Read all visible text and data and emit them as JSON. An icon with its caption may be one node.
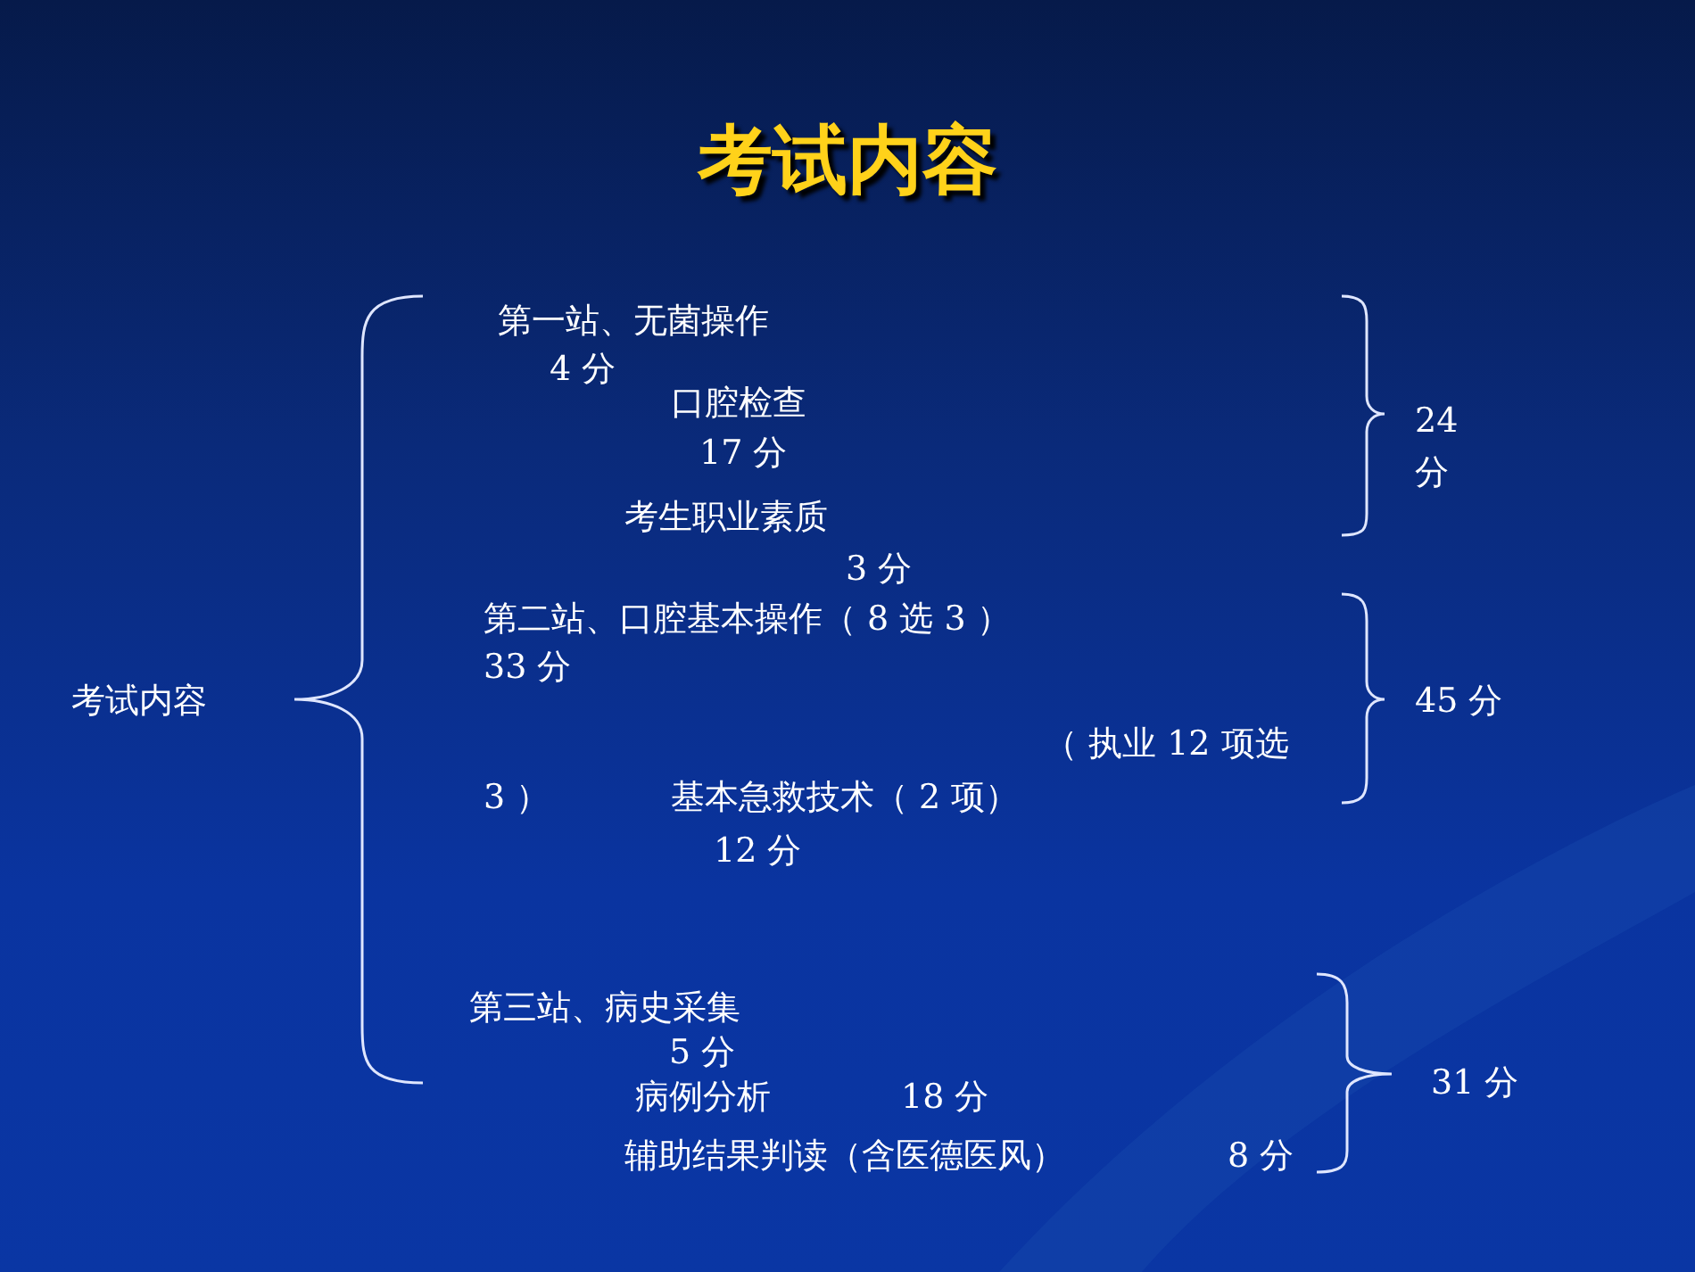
{
  "diagram": {
    "title": "考试内容",
    "labels": [
      "考试内容",
      "第一站、无菌操作",
      "4 分",
      "口腔检查",
      "17 分",
      "考生职业素质",
      "3 分",
      "24 分",
      "第二站、口腔基本操作（ 8 选 3 ）",
      "33 分",
      "（ 执业 12 项选",
      "3 ）",
      "基本急救技术（ 2 项）",
      "12 分",
      "45 分",
      "第三站、病史采集",
      "5 分",
      "病例分析",
      "18 分",
      "辅助结果判读（含医德医风）",
      "8 分",
      "31 分"
    ]
  }
}
